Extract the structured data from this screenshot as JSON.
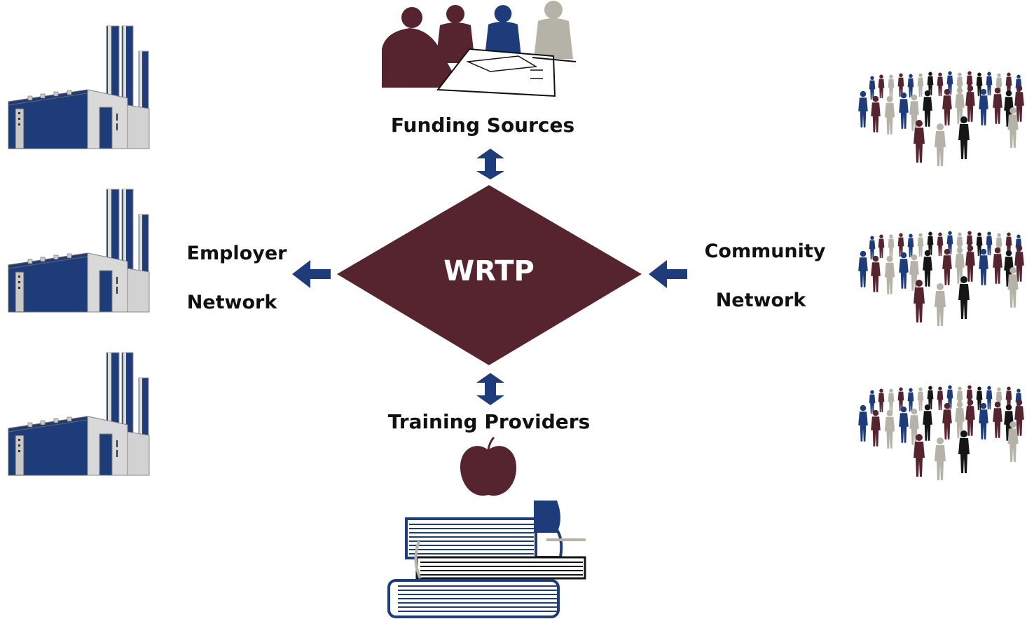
{
  "center": {
    "label": "WRTP"
  },
  "nodes": {
    "funding": {
      "label": "Funding Sources"
    },
    "training": {
      "label": "Training Providers"
    },
    "employer": {
      "line1": "Employer",
      "line2": "Network"
    },
    "community": {
      "line1": "Community",
      "line2": "Network"
    }
  },
  "colors": {
    "maroon": "#55242F",
    "navy": "#1E3C7A",
    "gray": "#B5B2A8",
    "lightgray": "#D8D8D8",
    "black": "#151515"
  },
  "icons": {
    "factory": "factory-icon",
    "meeting": "business-meeting-icon",
    "crowd": "crowd-icon",
    "apple": "apple-icon",
    "books": "books-icon"
  }
}
